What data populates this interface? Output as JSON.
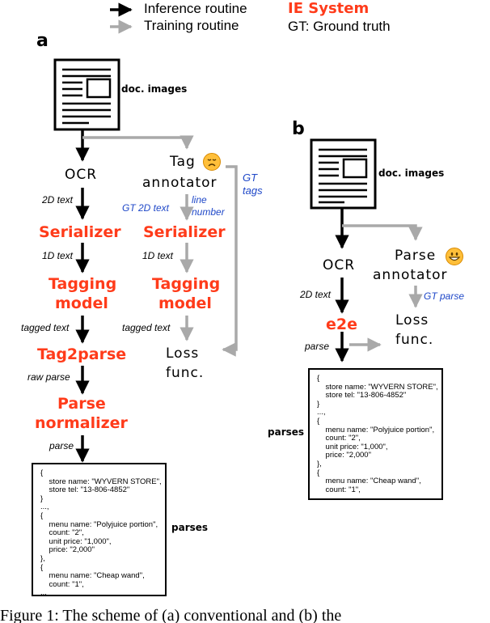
{
  "legend": {
    "inference": "Inference routine",
    "training": "Training routine",
    "system": "IE System",
    "gt": "GT: Ground truth"
  },
  "panel_a": {
    "label": "a",
    "doc_label": "doc. images",
    "ocr": "OCR",
    "tag_annotator_line1": "Tag",
    "tag_annotator_line2": "annotator",
    "gt_tags_line1": "GT",
    "gt_tags_line2": "tags",
    "edge_2d_text": "2D text",
    "edge_gt_2d_text": "GT 2D text",
    "edge_line_number_1": "line",
    "edge_line_number_2": "number",
    "serializer_left": "Serializer",
    "serializer_right": "Serializer",
    "edge_1d_text_left": "1D text",
    "edge_1d_text_right": "1D text",
    "tagging_left_1": "Tagging",
    "tagging_left_2": "model",
    "tagging_right_1": "Tagging",
    "tagging_right_2": "model",
    "edge_tagged_left": "tagged text",
    "edge_tagged_right": "tagged text",
    "tag2parse": "Tag2parse",
    "loss_1": "Loss",
    "loss_2": "func.",
    "edge_raw_parse": "raw parse",
    "normalizer_1": "Parse",
    "normalizer_2": "normalizer",
    "edge_parse": "parse",
    "parses_label": "parses",
    "parse_box_lines": [
      "{",
      "    store name: \"WYVERN STORE\",",
      "    store tel: \"13-806-4852\"",
      "}",
      "...,",
      "{",
      "    menu name: \"Polyjuice portion\",",
      "    count: \"2\",",
      "    unit price: \"1,000\",",
      "    price: \"2,000\"",
      "},",
      "{",
      "    menu name: \"Cheap wand\",",
      "    count: \"1\",",
      "..."
    ]
  },
  "panel_b": {
    "label": "b",
    "doc_label": "doc. images",
    "ocr": "OCR",
    "parse_annotator_1": "Parse",
    "parse_annotator_2": "annotator",
    "edge_2d_text": "2D text",
    "edge_gt_parse": "GT parse",
    "e2e": "e2e",
    "loss_1": "Loss",
    "loss_2": "func.",
    "edge_parse": "parse",
    "parses_label": "parses",
    "parse_box_lines": [
      "{",
      "    store name: \"WYVERN STORE\",",
      "    store tel: \"13-806-4852\"",
      "}",
      "...,",
      "{",
      "    menu name: \"Polyjuice portion\",",
      "    count: \"2\",",
      "    unit price: \"1,000\",",
      "    price: \"2,000\"",
      "},",
      "{",
      "    menu name: \"Cheap wand\",",
      "    count: \"1\",",
      "..."
    ]
  },
  "caption": "Figure 1:  The scheme of (a) conventional and (b) the",
  "colors": {
    "accent_red": "#ff3b1a",
    "edge_blue": "#1f48c8",
    "training_gray": "#a9a9a9",
    "inference_black": "#000000"
  }
}
